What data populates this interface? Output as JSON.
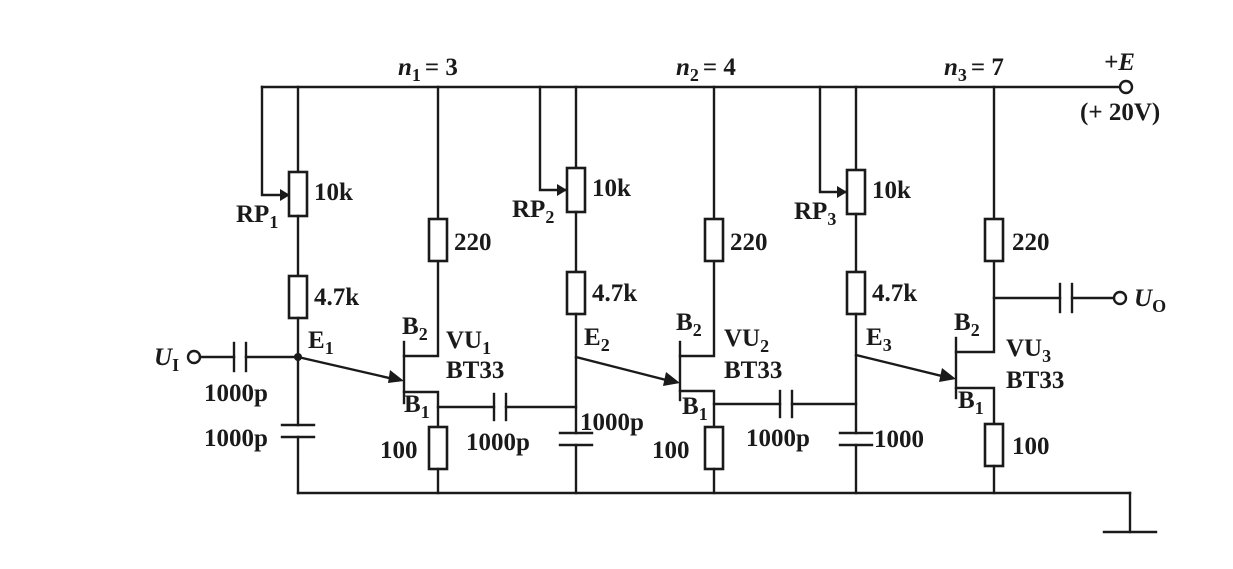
{
  "supply": {
    "label": "+E",
    "voltage": "(+ 20V)"
  },
  "stages": [
    {
      "n_label": "n1 = 3",
      "n_var": "n",
      "n_sub": "1",
      "n_val": "= 3",
      "rp": "RP",
      "rp_sub": "1",
      "pot_value": "10k",
      "r_emitter": "4.7k",
      "r_b2": "220",
      "r_b1": "100",
      "e": "E",
      "e_sub": "1",
      "b2": "B",
      "b2_sub": "2",
      "b1": "B",
      "b1_sub": "1",
      "vu": "VU",
      "vu_sub": "1",
      "part": "BT33"
    },
    {
      "n_label": "n2 = 4",
      "n_var": "n",
      "n_sub": "2",
      "n_val": "= 4",
      "rp": "RP",
      "rp_sub": "2",
      "pot_value": "10k",
      "r_emitter": "4.7k",
      "r_b2": "220",
      "r_b1": "100",
      "e": "E",
      "e_sub": "2",
      "b2": "B",
      "b2_sub": "2",
      "b1": "B",
      "b1_sub": "1",
      "vu": "VU",
      "vu_sub": "2",
      "part": "BT33"
    },
    {
      "n_label": "n3 = 7",
      "n_var": "n",
      "n_sub": "3",
      "n_val": "= 7",
      "rp": "RP",
      "rp_sub": "3",
      "pot_value": "10k",
      "r_emitter": "4.7k",
      "r_b2": "220",
      "r_b1": "100",
      "e": "E",
      "e_sub": "3",
      "b2": "B",
      "b2_sub": "2",
      "b1": "B",
      "b1_sub": "1",
      "vu": "VU",
      "vu_sub": "3",
      "part": "BT33"
    }
  ],
  "input": {
    "var": "U",
    "sub": "I",
    "cap": "1000p"
  },
  "output": {
    "var": "U",
    "sub": "O"
  },
  "timing_caps": [
    "1000p",
    "1000p",
    "1000"
  ],
  "coupling_caps": [
    "1000p",
    "1000p"
  ]
}
